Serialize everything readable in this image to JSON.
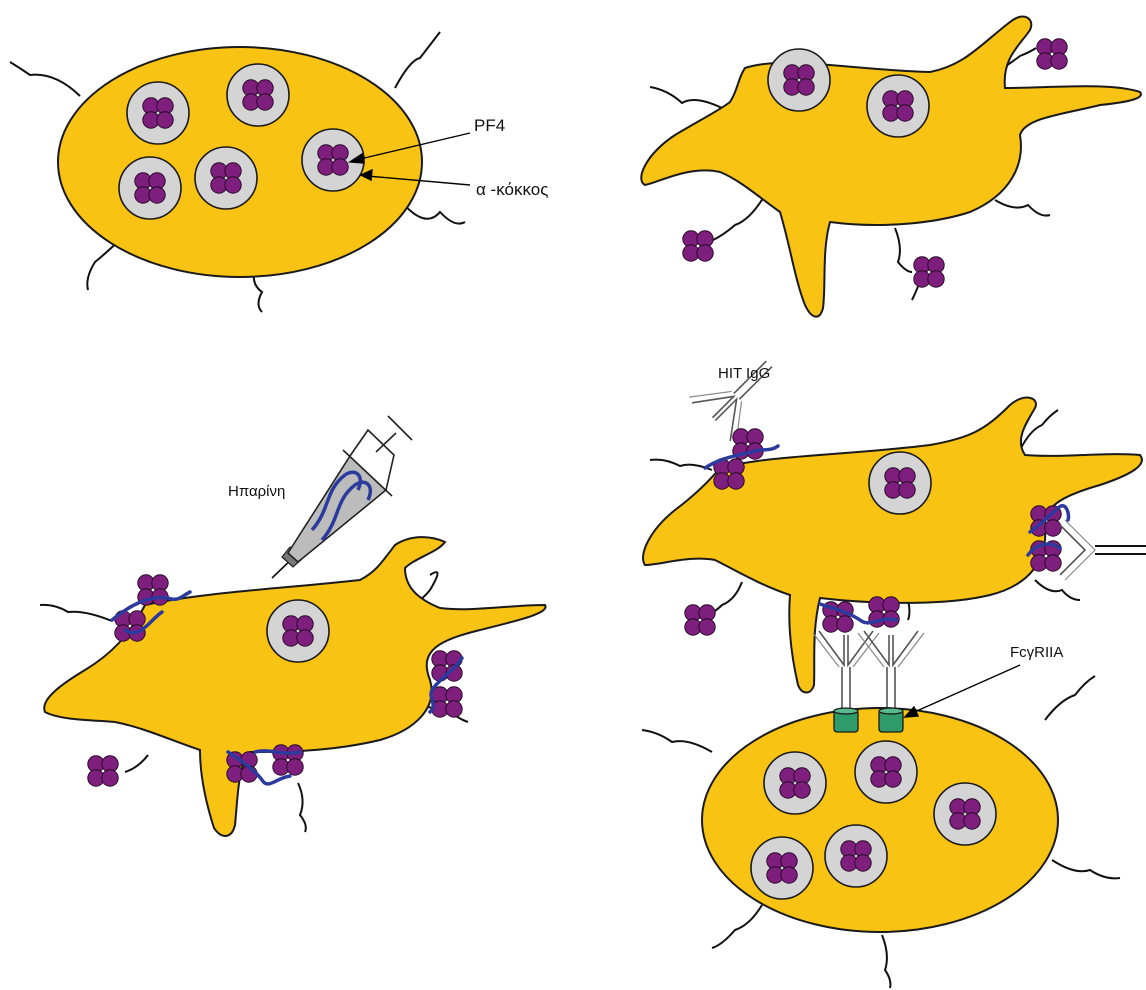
{
  "labels": {
    "pf4": "PF4",
    "alpha_granule": "α -κόκκος",
    "heparin": "Ηπαρίνη",
    "hit_igg": "HIT IgG",
    "fc_receptor": "FcγRIIA"
  },
  "colors": {
    "platelet": "#f9c313",
    "granule": "#d4d4d4",
    "pf4": "#7e1f7e",
    "heparin": "#2b3a9c",
    "receptor": "#2f9a6a",
    "outline": "#1a1a1a"
  }
}
